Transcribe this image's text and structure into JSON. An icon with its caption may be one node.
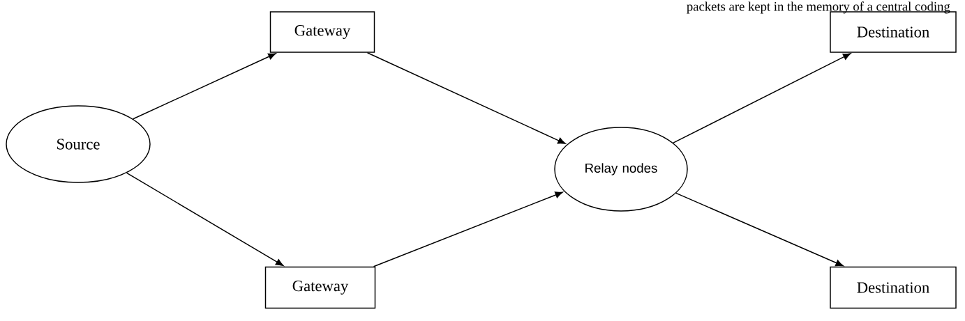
{
  "diagram": {
    "nodes": [
      {
        "text": [
          "Source"
        ]
      },
      {
        "text": [
          "Gateway"
        ]
      },
      {
        "text": [
          "Gateway"
        ]
      },
      {
        "text": [
          "Relay nodes"
        ]
      },
      {
        "text": [
          "Destination"
        ]
      },
      {
        "text": [
          "Destination"
        ]
      }
    ],
    "edges": [
      {
        "from": 0,
        "to": 1,
        "arrow": "to"
      },
      {
        "from": 0,
        "to": 2,
        "arrow": "to"
      },
      {
        "from": 1,
        "to": 3,
        "arrow": "to"
      },
      {
        "from": 2,
        "to": 3,
        "arrow": "to"
      },
      {
        "from": 3,
        "to": 4,
        "arrow": "to"
      },
      {
        "from": 3,
        "to": 5,
        "arrow": "to"
      }
    ],
    "labels": [
      "packets are kept in the memory of a central coding"
    ]
  }
}
